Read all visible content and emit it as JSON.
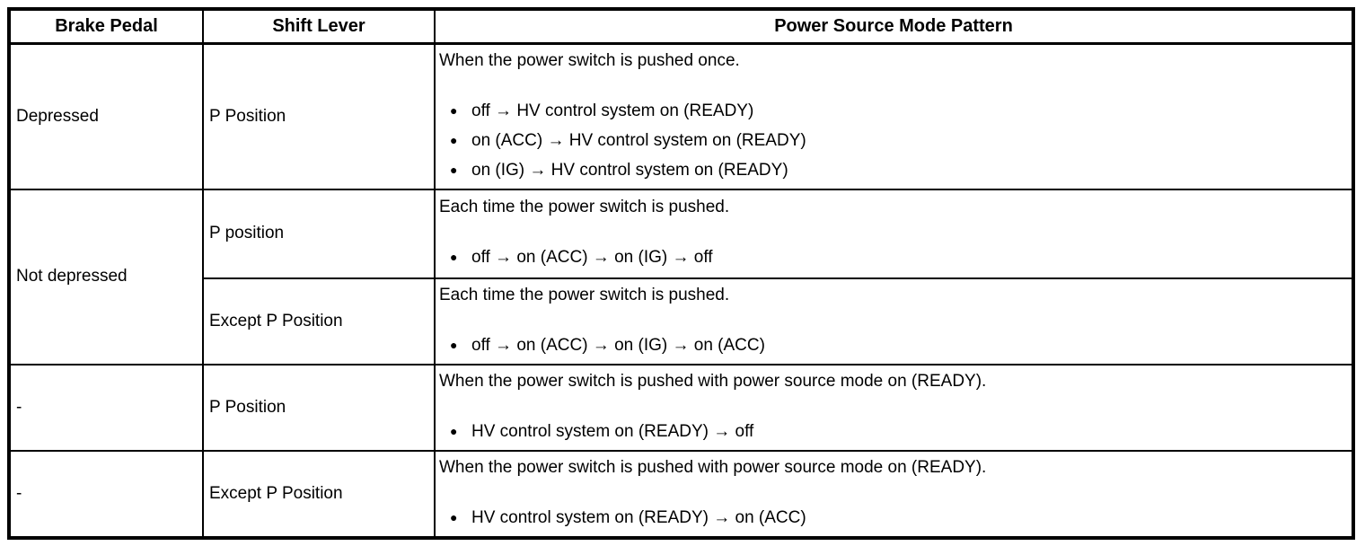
{
  "colors": {
    "border": "#000000",
    "text": "#000000",
    "background": "#ffffff"
  },
  "glyphs": {
    "bullet": "●"
  },
  "table": {
    "headers": [
      "Brake Pedal",
      "Shift Lever",
      "Power Source Mode Pattern"
    ],
    "rows": [
      {
        "brake_pedal": "Depressed",
        "shift_lever": "P Position",
        "intro": "When the power switch is pushed once.",
        "items": [
          "off → HV control system on (READY)",
          "on (ACC) → HV control system on (READY)",
          "on (IG) → HV control system on (READY)"
        ]
      },
      {
        "brake_pedal": "Not depressed",
        "shift_lever": "P position",
        "intro": "Each time the power switch is pushed.",
        "items": [
          "off → on (ACC) → on (IG) → off"
        ]
      },
      {
        "shift_lever": "Except P Position",
        "intro": "Each time the power switch is pushed.",
        "items": [
          "off → on (ACC) → on (IG) → on (ACC)"
        ]
      },
      {
        "brake_pedal": "-",
        "shift_lever": "P Position",
        "intro": "When the power switch is pushed with power source mode on (READY).",
        "items": [
          "HV control system on (READY) → off"
        ]
      },
      {
        "brake_pedal": "-",
        "shift_lever": "Except P Position",
        "intro": "When the power switch is pushed with power source mode on (READY).",
        "items": [
          "HV control system on (READY) → on (ACC)"
        ]
      }
    ]
  }
}
